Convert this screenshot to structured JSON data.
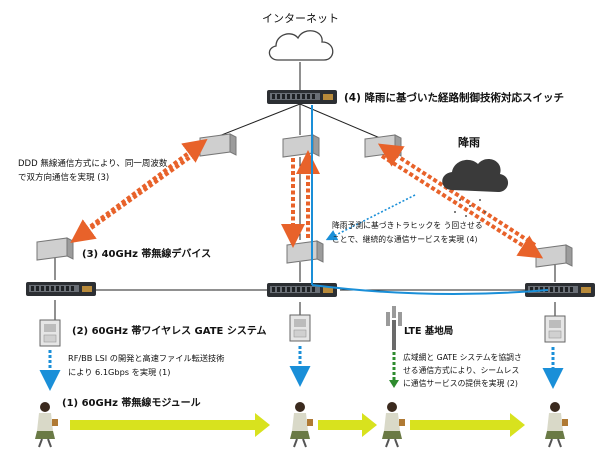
{
  "labels": {
    "internet": "インターネット",
    "switch_title": "(4) 降雨に基づいた経路制御技術対応スイッチ",
    "rain": "降雨",
    "ddd_line1": "DDD 無線通信方式により、同一周波数",
    "ddd_line2": "で双方向通信を実現 (3)",
    "device40": "(3) 40GHz 帯無線デバイス",
    "rain_pred_line1": "降雨予測に基づきトラヒックを う回させる",
    "rain_pred_line2": "ことで、継続的な通信サービスを実現 (4)",
    "gate60": "(2) 60GHz 帯ワイヤレス GATE システム",
    "lte": "LTE 基地局",
    "rfbb_line1": "RF/BB LSI の開発と高速ファイル転送技術",
    "rfbb_line2": "により 6.1Gbps を実現 (1)",
    "broad_line1": "広域網と GATE システムを協調さ",
    "broad_line2": "せる通信方式により、シームレス",
    "broad_line3": "に通信サービスの提供を実現 (2)",
    "module60": "(1) 60GHz 帯無線モジュール"
  },
  "colors": {
    "orange_link": "#e8622a",
    "blue_path": "#1a8fd8",
    "green_path": "#2e8b2e",
    "yellow_arrow": "#d8e21e",
    "device_gray": "#c9c9c9"
  },
  "icons": [
    "cloud-icon",
    "switch-icon",
    "radio-device-icon",
    "gate-kiosk-icon",
    "lte-tower-icon",
    "rain-cloud-icon",
    "person-icon"
  ]
}
